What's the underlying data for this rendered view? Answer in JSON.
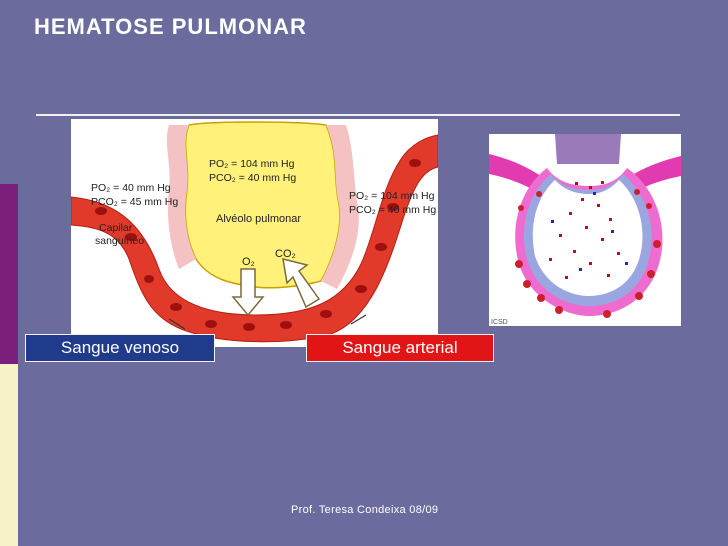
{
  "slide": {
    "title": "HEMATOSE PULMONAR",
    "footer": "Prof. Teresa Condeixa 08/09"
  },
  "labels": {
    "venous_blood": "Sangue venoso",
    "arterial_blood": "Sangue arterial"
  },
  "alveolus_diagram": {
    "alveolus_po2": "PO₂ = 104 mm Hg",
    "alveolus_pco2": "PCO₂ = 40 mm Hg",
    "alveolus_label": "Alvéolo pulmonar",
    "venous_po2": "PO₂ = 40 mm Hg",
    "venous_pco2": "PCO₂ = 45 mm Hg",
    "capillary_label_line1": "Capilar",
    "capillary_label_line2": "sanguíneo",
    "arterial_po2": "PO₂ = 104 mm Hg",
    "arterial_pco2": "PCO₂ = 40 mm Hg",
    "o2_label": "O₂",
    "co2_label": "CO₂"
  },
  "alveolus_micrograph": {
    "credit": "ICSD"
  },
  "colors": {
    "background": "#6b6b9e",
    "venous_box": "#203a8c",
    "arterial_box": "#e11515",
    "alveolus_fill": "#fff17a",
    "capillary_red": "#e23a2a"
  }
}
